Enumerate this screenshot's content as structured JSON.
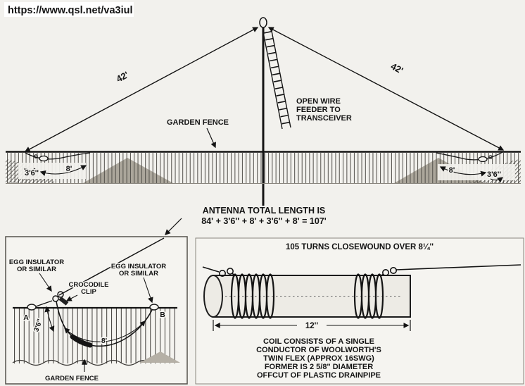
{
  "page": {
    "url": "https://www.qsl.net/va3iul"
  },
  "main_diagram": {
    "wire_left_length": "42'",
    "wire_right_length": "42'",
    "feeder_lines": [
      "OPEN WIRE",
      "FEEDER TO",
      "TRANSCEIVER"
    ],
    "garden_fence_label": "GARDEN FENCE",
    "left_drop": "3'6''",
    "left_run": "8'",
    "right_run": "8'",
    "right_drop": "3'6''",
    "total_length_line1": "ANTENNA TOTAL LENGTH IS",
    "total_length_line2": "84' + 3'6'' + 8' + 3'6'' + 8' = 107'"
  },
  "fence_detail": {
    "egg_insulator_left": [
      "EGG INSULATOR",
      "OR SIMILAR"
    ],
    "egg_insulator_right": [
      "EGG INSULATOR",
      "OR SIMILAR"
    ],
    "crocodile_clip": [
      "CROCODILE",
      "CLIP"
    ],
    "point_a": "A",
    "point_b": "B",
    "drop_length": "3'6''",
    "span_length": "8'",
    "garden_fence_label": "GARDEN FENCE"
  },
  "coil_detail": {
    "title": "105 TURNS CLOSEWOUND OVER 8¼''",
    "former_length": "12''",
    "description_lines": [
      "COIL CONSISTS OF A SINGLE",
      "CONDUCTOR OF WOOLWORTH'S",
      "TWIN FLEX (APPROX 16SWG)",
      "FORMER IS 2 5/8'' DIAMETER",
      "OFFCUT OF PLASTIC DRAINPIPE"
    ]
  }
}
